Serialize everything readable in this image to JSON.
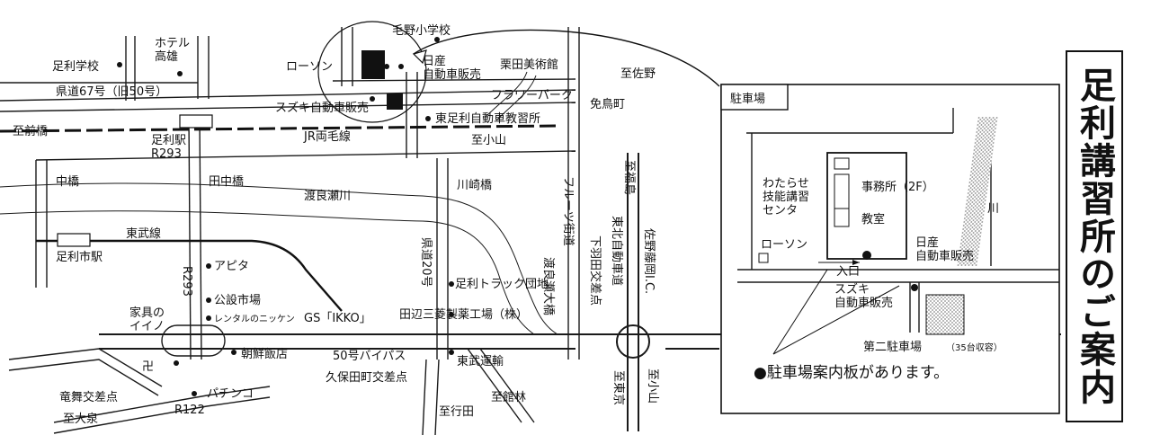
{
  "title": "足利講習所のご案内",
  "map": {
    "places": {
      "ashikaga_gakko": "足利学校",
      "hotel_takao": "ホテル\n高雄",
      "lawson": "ローソン",
      "mono_elementary": "毛野小学校",
      "nissan": "日産\n自動車販売",
      "kurita_museum": "栗田美術館",
      "to_sano": "至佐野",
      "kendo67": "県道67号（旧50号）",
      "suzuki": "スズキ自動車販売",
      "flower_park": "フラワーパーク",
      "higashi_school": "東足利自動車教習所",
      "to_maebashi": "至前橋",
      "ashikaga_station": "足利駅\nR293",
      "jr_line": "JR両毛線",
      "to_oyama": "至小山",
      "mentorimachi": "免鳥町",
      "nakabashi": "中橋",
      "tanakabashi": "田中橋",
      "watarase_river": "渡良瀬川",
      "kawasakibashi": "川崎橋",
      "fruit_street": "フルーツ街道",
      "to_fukushima": "至福島",
      "tohoku_expressway": "東北自動車道",
      "sano_fujioka_ic": "佐野藤岡I.C.",
      "tobu_line": "東武線",
      "ashikagashi_station": "足利市駅",
      "kendo20": "県道20号",
      "shimohaneda": "下羽田交差点",
      "watarase_ohashi": "渡良瀬大橋",
      "apita": "アピタ",
      "r293": "R293",
      "public_market": "公設市場",
      "rental": "レンタルのニッケン",
      "furniture_iino": "家具の\nイイノ",
      "gs_ikko": "GS「IKKO」",
      "truck_terminal": "足利トラック団地",
      "tanabe": "田辺三菱製薬工場（株）",
      "korean_restaurant": "朝鮮飯店",
      "bypass50": "50号バイパス",
      "kubota": "久保田町交差点",
      "tobu_unyu": "東武運輸",
      "shrine": "卍",
      "pachinko": "パチンコ",
      "ryumai": "竜舞交差点",
      "to_oizumi": "至大泉",
      "r122": "R122",
      "to_gyoda": "至行田",
      "to_tatebayashi": "至館林",
      "to_tokyo": "至東京",
      "to_oyama2": "至小山"
    }
  },
  "inset": {
    "header": "駐車場",
    "watarase_center": "わたらせ\n技能講習\nセンタ",
    "office": "事務所（2F）",
    "classroom": "教室",
    "lawson": "ローソン",
    "nissan": "日産\n自動車販売",
    "entrance": "入口",
    "suzuki": "スズキ\n自動車販売",
    "river": "川",
    "second_parking": "第二駐車場",
    "second_parking_capacity": "（35台収容）",
    "notice": "●駐車場案内板があります。"
  },
  "colors": {
    "ink": "#111111",
    "paper": "#ffffff",
    "hatch": "#9a9a9a"
  }
}
